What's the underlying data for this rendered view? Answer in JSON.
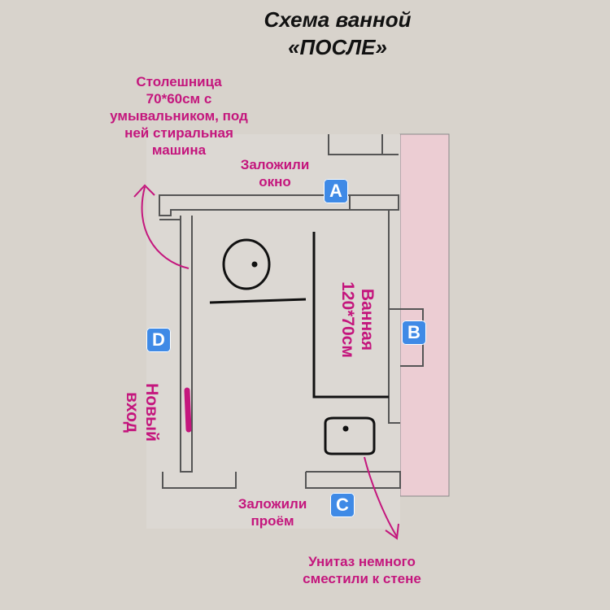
{
  "title": {
    "line1": "Схема ванной",
    "line2": "«ПОСЛЕ»"
  },
  "annotations": {
    "countertop": [
      "Столешница",
      "70*60см с",
      "умывальником, под",
      "ней стиральная",
      "машина"
    ],
    "window": [
      "Заложили",
      "окно"
    ],
    "bath": [
      "Ванная",
      "120*70см"
    ],
    "new_entrance": [
      "Новый",
      "вход"
    ],
    "doorway": [
      "Заложили",
      "проём"
    ],
    "toilet": [
      "Унитаз немного",
      "сместили к стене"
    ]
  },
  "markers": {
    "a": "A",
    "b": "B",
    "c": "C",
    "d": "D"
  },
  "colors": {
    "background": "#d8d3cc",
    "annotation": "#c4167d",
    "badge": "#3f8ae6",
    "neighbor_wall": "#eccdd3",
    "wall_line": "#555555"
  }
}
